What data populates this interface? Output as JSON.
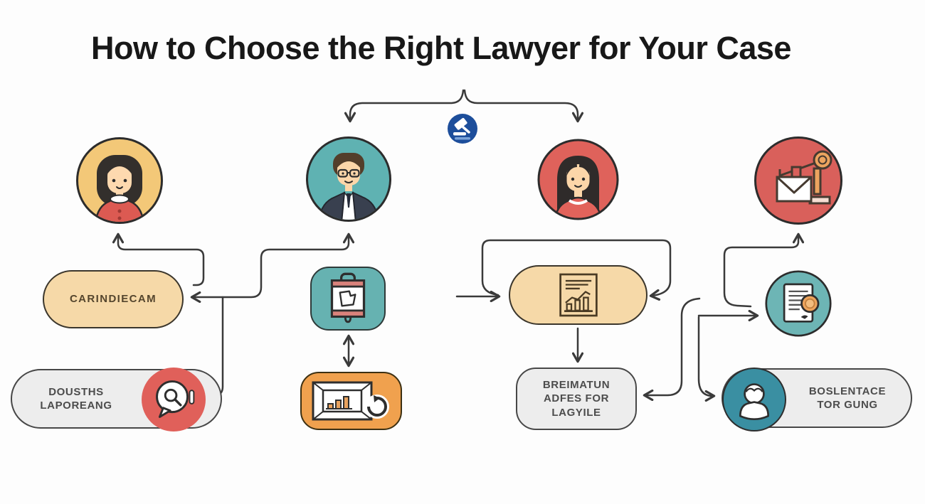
{
  "title": "How to Choose the Right Lawyer for Your Case",
  "nodes": {
    "carindiecam": {
      "label": "CARINDIECAM"
    },
    "dousths": {
      "line1": "DOUSTHS",
      "line2": "LAPOREANG"
    },
    "breimatun": {
      "line1": "BREIMATUN",
      "line2": "ADFES FOR",
      "line3": "LAGYILE"
    },
    "boslentace": {
      "line1": "BOSLENTACE",
      "line2": "TOR GUNG"
    }
  },
  "icons": {
    "center_logo": "gavel-icon",
    "avatar_1": "woman-bob-avatar",
    "avatar_2": "man-glasses-avatar",
    "avatar_3": "woman-long-hair-avatar",
    "node_4": "envelope-balance-icon",
    "dousths_badge": "chat-search-icon",
    "teal_box": "briefcase-map-icon",
    "orange_box": "framed-chart-refresh-icon",
    "tan_pill": "report-chart-icon",
    "teal_circle": "certificate-seal-icon",
    "boslentace_badge": "person-icon"
  },
  "colors": {
    "background": "#fdfdfd",
    "line": "#3a3a3a",
    "tan": "#f6d9a8",
    "yellow": "#f3c878",
    "teal": "#66b2b1",
    "teal_dark": "#3a8fa2",
    "orange": "#f0a14e",
    "red": "#e0615b",
    "gray": "#ededed",
    "blue_logo": "#1d4e9b"
  }
}
